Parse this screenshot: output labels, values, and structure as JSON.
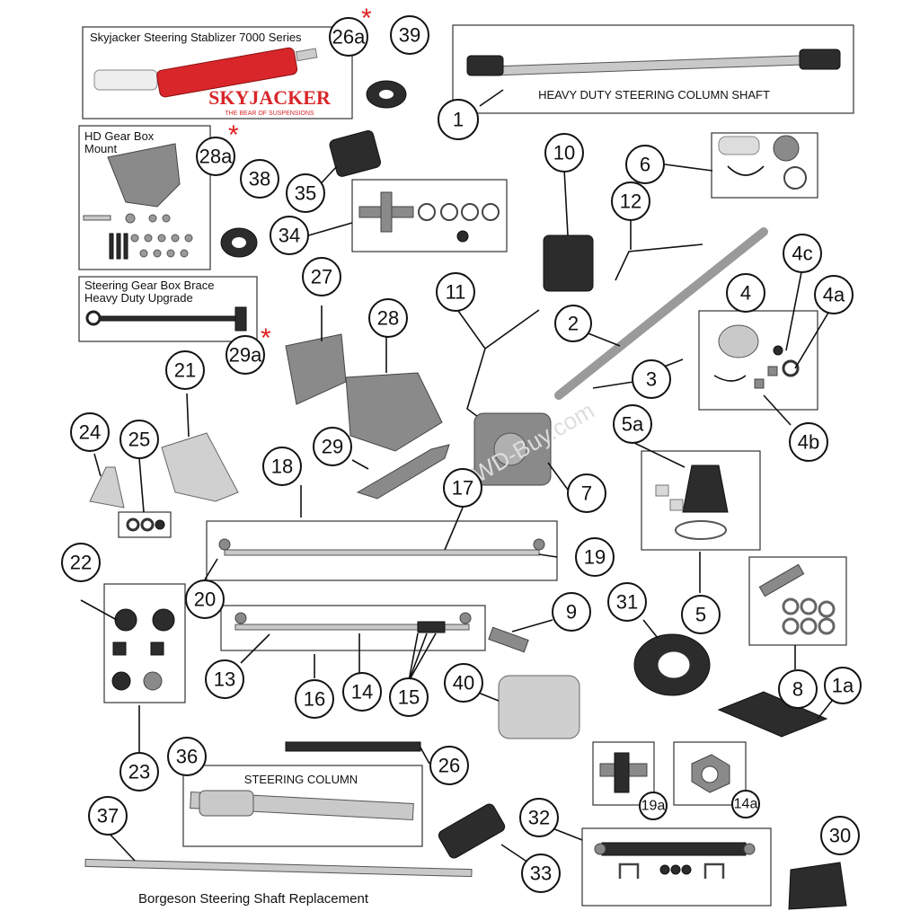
{
  "colors": {
    "accent_red": "#d8262a",
    "asterisk": "#dd2020",
    "part_dark": "#2c2c2c",
    "part_steel": "#c9c9c9"
  },
  "boxes": {
    "stabilizer": "Skyjacker Steering Stablizer 7000 Series",
    "brand": "SKYJACKER",
    "brand_tagline": "THE BEAR OF SUSPENSIONS",
    "column_shaft": "HEAVY DUTY STEERING COLUMN SHAFT",
    "gear_mount_line1": "HD Gear Box",
    "gear_mount_line2": "Mount",
    "brace_line1": "Steering Gear Box Brace",
    "brace_line2": "Heavy Duty Upgrade",
    "steering_column": "STEERING COLUMN",
    "borgeson": "Borgeson Steering Shaft Replacement"
  },
  "asterisk": "*",
  "watermark": "4WD-Buy.com",
  "callouts": {
    "c1": "1",
    "c1a": "1a",
    "c2": "2",
    "c3": "3",
    "c4": "4",
    "c4a": "4a",
    "c4b": "4b",
    "c4c": "4c",
    "c5": "5",
    "c5a": "5a",
    "c6": "6",
    "c7": "7",
    "c8": "8",
    "c9": "9",
    "c10": "10",
    "c11": "11",
    "c12": "12",
    "c13": "13",
    "c14": "14",
    "c14a": "14a",
    "c15": "15",
    "c16": "16",
    "c17": "17",
    "c18": "18",
    "c19": "19",
    "c19a": "19a",
    "c20": "20",
    "c21": "21",
    "c22": "22",
    "c23": "23",
    "c24": "24",
    "c25": "25",
    "c26": "26",
    "c26a": "26a",
    "c27": "27",
    "c28": "28",
    "c28a": "28a",
    "c29": "29",
    "c29a": "29a",
    "c30": "30",
    "c31": "31",
    "c32": "32",
    "c33": "33",
    "c34": "34",
    "c35": "35",
    "c36": "36",
    "c37": "37",
    "c38": "38",
    "c39": "39",
    "c40": "40"
  }
}
